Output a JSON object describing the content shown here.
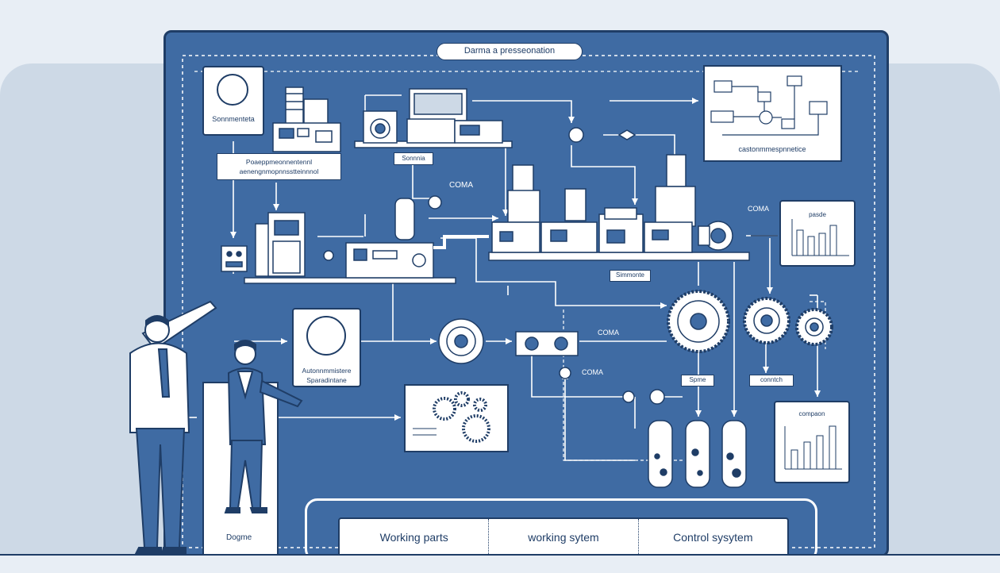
{
  "title": "Darma a presseonation",
  "labels": {
    "top_left_box": "Sonnmenteta",
    "banner_line1": "Poaeppmeonnentennl",
    "banner_line2": "aenengnmopnnsstteinnnol",
    "mid_tag": "Sonnnia",
    "coma_1": "COMA",
    "coma_2": "COMA",
    "coma_3": "COMA",
    "coma_4": "COMA",
    "simmonte": "Simmonte",
    "top_right_caption": "castonmmespnnetice",
    "chart_right_title": "pasde",
    "auto_box_line1": "Autonnmmistere",
    "auto_box_line2": "Sparadintane",
    "spme": "Spme",
    "conntch": "conntch",
    "chart_bottom_title": "compaon",
    "door_label": "Dogme"
  },
  "bottom_bar": {
    "items": [
      "Working parts",
      "working sytem",
      "Control sysytem"
    ]
  },
  "colors": {
    "board": "#3f6ba3",
    "ink": "#1f3d66",
    "paper": "#ffffff",
    "wall": "#cdd9e6"
  }
}
